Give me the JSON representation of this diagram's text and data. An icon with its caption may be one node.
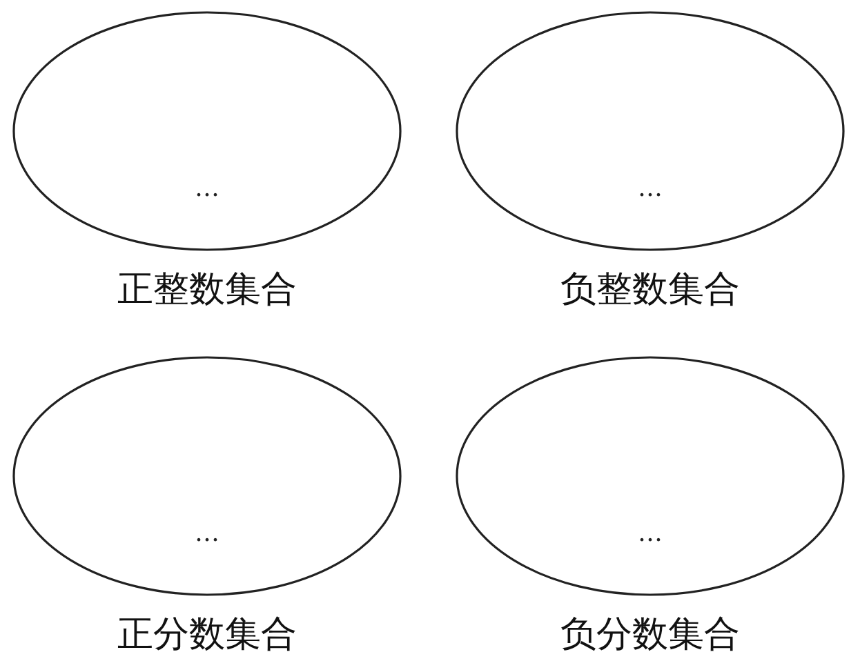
{
  "diagram": {
    "nodes": [
      {
        "text": [
          "…",
          "正整数集合"
        ]
      },
      {
        "text": [
          "…",
          "负整数集合"
        ]
      },
      {
        "text": [
          "…",
          "正分数集合"
        ]
      },
      {
        "text": [
          "…",
          "负分数集合"
        ]
      }
    ]
  }
}
